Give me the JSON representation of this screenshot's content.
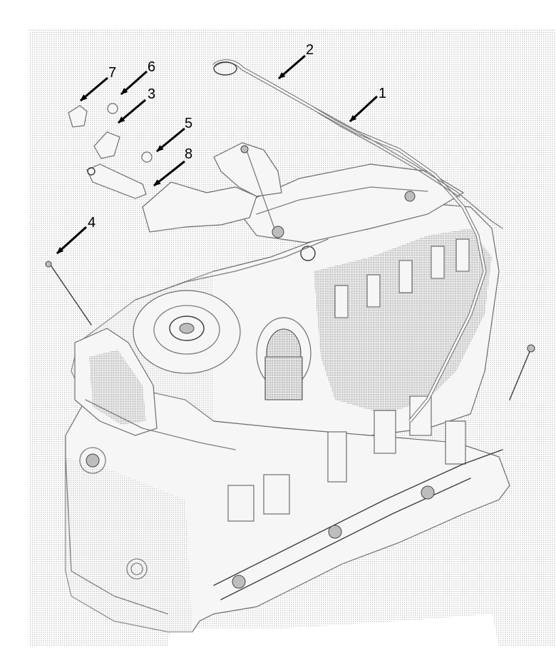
{
  "diagram": {
    "callouts": [
      {
        "label": "1"
      },
      {
        "label": "2"
      },
      {
        "label": "3"
      },
      {
        "label": "4"
      },
      {
        "label": "5"
      },
      {
        "label": "6"
      },
      {
        "label": "7"
      },
      {
        "label": "8"
      }
    ],
    "colors": {
      "halftone": "#d0d0d0",
      "line": "#7d7d7d",
      "label": "#000000"
    }
  }
}
